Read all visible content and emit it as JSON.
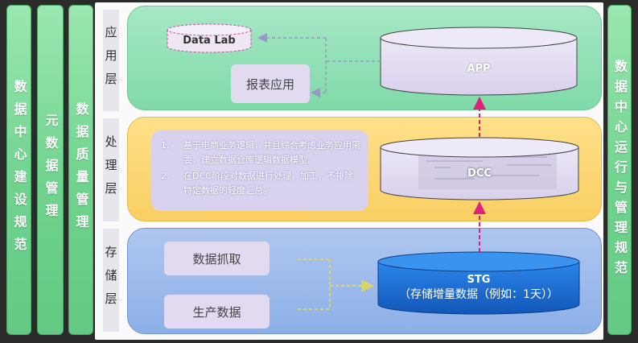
{
  "side_bars": {
    "left_1": "数据中心建设规范",
    "left_2": "元数据管理",
    "left_3": "数据质量管理",
    "right": "数据中心运行与管理规范"
  },
  "layers": {
    "app": "应用层",
    "process": "处理层",
    "storage": "存储层"
  },
  "app": {
    "datalab": "Data Lab",
    "report": "报表应用",
    "app": "APP"
  },
  "process": {
    "items": [
      {
        "num": "1.",
        "text": "基于电商业务逻辑，并且综合考虑业务应用需要，建立数据仓库逻辑数据模型。"
      },
      {
        "num": "2.",
        "text": "在DCC阶段对数据进行处理，加工，不排除特定数据的轻度汇总。"
      }
    ],
    "dcc": "DCC"
  },
  "storage": {
    "crawl": "数据抓取",
    "production": "生产数据",
    "stg_title": "STG",
    "stg_subtitle": "（存储增量数据（例如：1天））"
  },
  "colors": {
    "side_bar": "#6fd38e",
    "app_panel": "#8fdfb3",
    "process_panel": "#fcd874",
    "storage_panel": "#9cbbec",
    "stg_cylinder": "#1e6fd6",
    "arrow_pink": "#e0217a",
    "arrow_dashed": "#9a96c8"
  }
}
